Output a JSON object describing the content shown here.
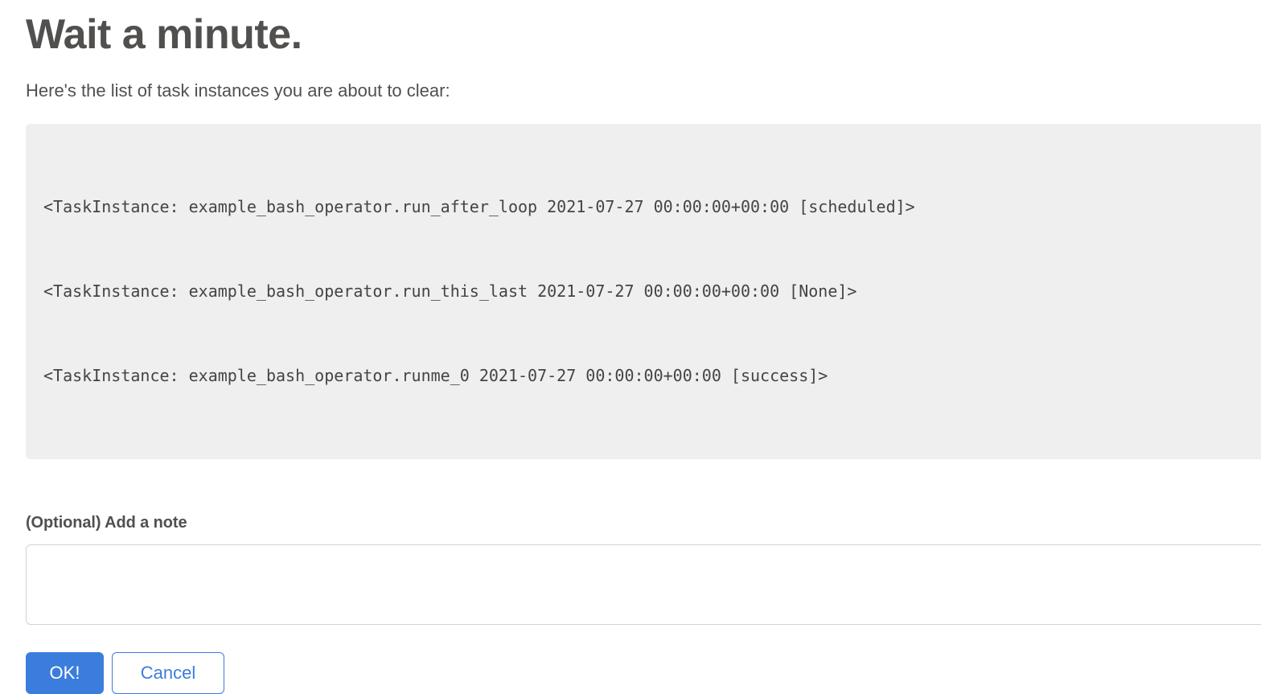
{
  "page": {
    "title": "Wait a minute.",
    "lead": "Here's the list of task instances you are about to clear:"
  },
  "task_instances": {
    "lines": [
      "<TaskInstance: example_bash_operator.run_after_loop 2021-07-27 00:00:00+00:00 [scheduled]>",
      "<TaskInstance: example_bash_operator.run_this_last 2021-07-27 00:00:00+00:00 [None]>",
      "<TaskInstance: example_bash_operator.runme_0 2021-07-27 00:00:00+00:00 [success]>"
    ]
  },
  "note": {
    "label": "(Optional) Add a note",
    "value": "",
    "placeholder": ""
  },
  "actions": {
    "confirm_label": "OK!",
    "cancel_label": "Cancel"
  },
  "colors": {
    "accent": "#3b7ddd",
    "text": "#51504f",
    "code_background": "#efefef",
    "input_border": "#ced4da"
  }
}
